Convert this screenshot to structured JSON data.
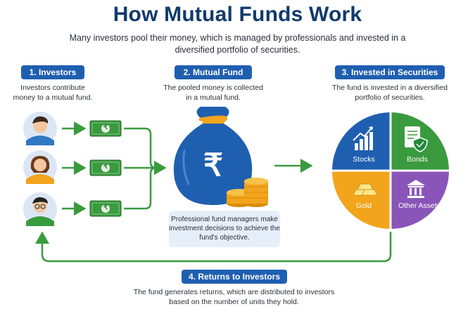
{
  "title": "How Mutual Funds Work",
  "subtitle": "Many investors pool their money, which is managed by professionals and invested in a diversified portfolio of securities.",
  "steps": [
    {
      "label": "1. Investors",
      "desc": "Investors contribute money to a mutual fund."
    },
    {
      "label": "2. Mutual Fund",
      "desc": "The pooled money is collected in a mutual fund."
    },
    {
      "label": "3. Invested in Securities",
      "desc": "The fund is invested in a diversified portfolio of securities."
    },
    {
      "label": "4. Returns to Investors",
      "desc": "The fund generates returns, which are distributed to investors based on the number of units they hold."
    }
  ],
  "money_symbol": "₹",
  "fund_note": "Professional fund managers make investment decisions to achieve the fund's objective.",
  "securities": [
    {
      "label": "Stocks",
      "color": "#1f5fb0",
      "icon": "bar-chart-icon"
    },
    {
      "label": "Bonds",
      "color": "#3a9a3e",
      "icon": "document-shield-icon"
    },
    {
      "label": "Gold",
      "color": "#f2a41c",
      "icon": "gold-bars-icon"
    },
    {
      "label": "Other Assets",
      "color": "#8a55b8",
      "icon": "bank-building-icon"
    }
  ],
  "colors": {
    "primary": "#1f5fb0",
    "arrow": "#3a9a3e",
    "title": "#123a6b"
  }
}
